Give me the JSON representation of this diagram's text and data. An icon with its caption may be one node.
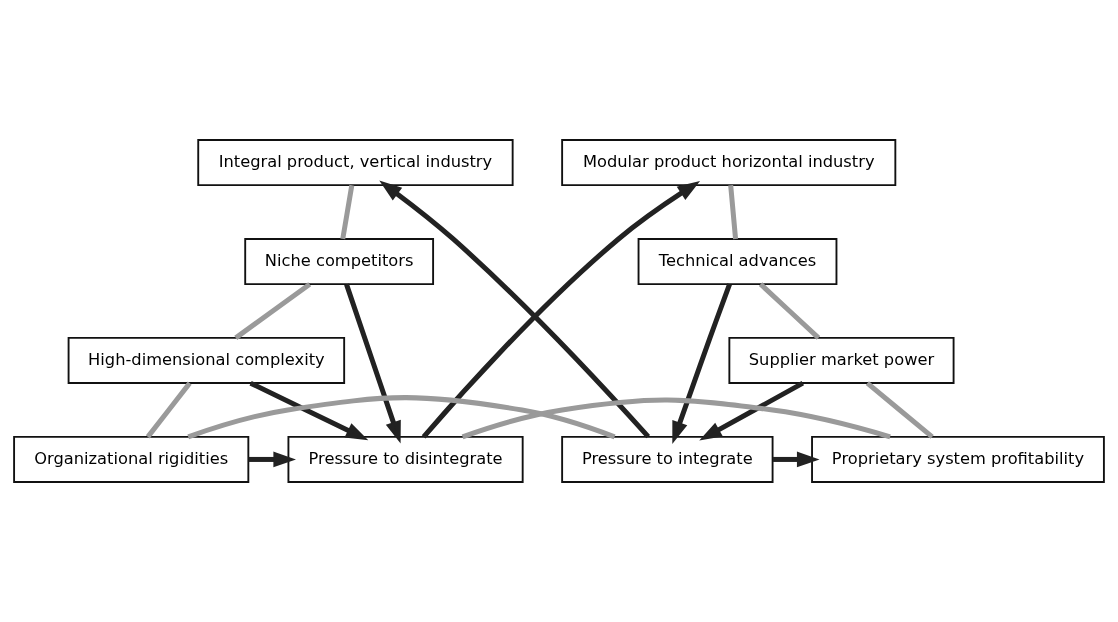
{
  "diagram": {
    "nodes": [
      {
        "text": [
          "Integral product, vertical industry"
        ]
      },
      {
        "text": [
          "Modular product horizontal industry"
        ]
      },
      {
        "text": [
          "Niche competitors"
        ]
      },
      {
        "text": [
          "Technical advances"
        ]
      },
      {
        "text": [
          "High-dimensional complexity"
        ]
      },
      {
        "text": [
          "Supplier market power"
        ]
      },
      {
        "text": [
          "Organizational rigidities"
        ]
      },
      {
        "text": [
          "Pressure to disintegrate"
        ]
      },
      {
        "text": [
          "Pressure to integrate"
        ]
      },
      {
        "text": [
          "Proprietary system profitability"
        ]
      }
    ],
    "edges": [
      {
        "from": 0,
        "to": 2,
        "arrow": "none",
        "color": "#9a9a9a"
      },
      {
        "from": 2,
        "to": 4,
        "arrow": "none",
        "color": "#9a9a9a"
      },
      {
        "from": 4,
        "to": 6,
        "arrow": "none",
        "color": "#9a9a9a"
      },
      {
        "from": 6,
        "to": 8,
        "arrow": "none",
        "color": "#9a9a9a"
      },
      {
        "from": 1,
        "to": 3,
        "arrow": "none",
        "color": "#9a9a9a"
      },
      {
        "from": 3,
        "to": 5,
        "arrow": "none",
        "color": "#9a9a9a"
      },
      {
        "from": 5,
        "to": 9,
        "arrow": "none",
        "color": "#9a9a9a"
      },
      {
        "from": 9,
        "to": 7,
        "arrow": "none",
        "color": "#9a9a9a"
      },
      {
        "from": 2,
        "to": 7,
        "arrow": "to",
        "color": "#222222"
      },
      {
        "from": 4,
        "to": 7,
        "arrow": "to",
        "color": "#222222"
      },
      {
        "from": 6,
        "to": 7,
        "arrow": "to",
        "color": "#222222"
      },
      {
        "from": 7,
        "to": 1,
        "arrow": "to",
        "color": "#222222"
      },
      {
        "from": 8,
        "to": 0,
        "arrow": "to",
        "color": "#222222"
      },
      {
        "from": 3,
        "to": 8,
        "arrow": "to",
        "color": "#222222"
      },
      {
        "from": 5,
        "to": 8,
        "arrow": "to",
        "color": "#222222"
      },
      {
        "from": 8,
        "to": 9,
        "arrow": "to",
        "color": "#222222"
      }
    ]
  }
}
